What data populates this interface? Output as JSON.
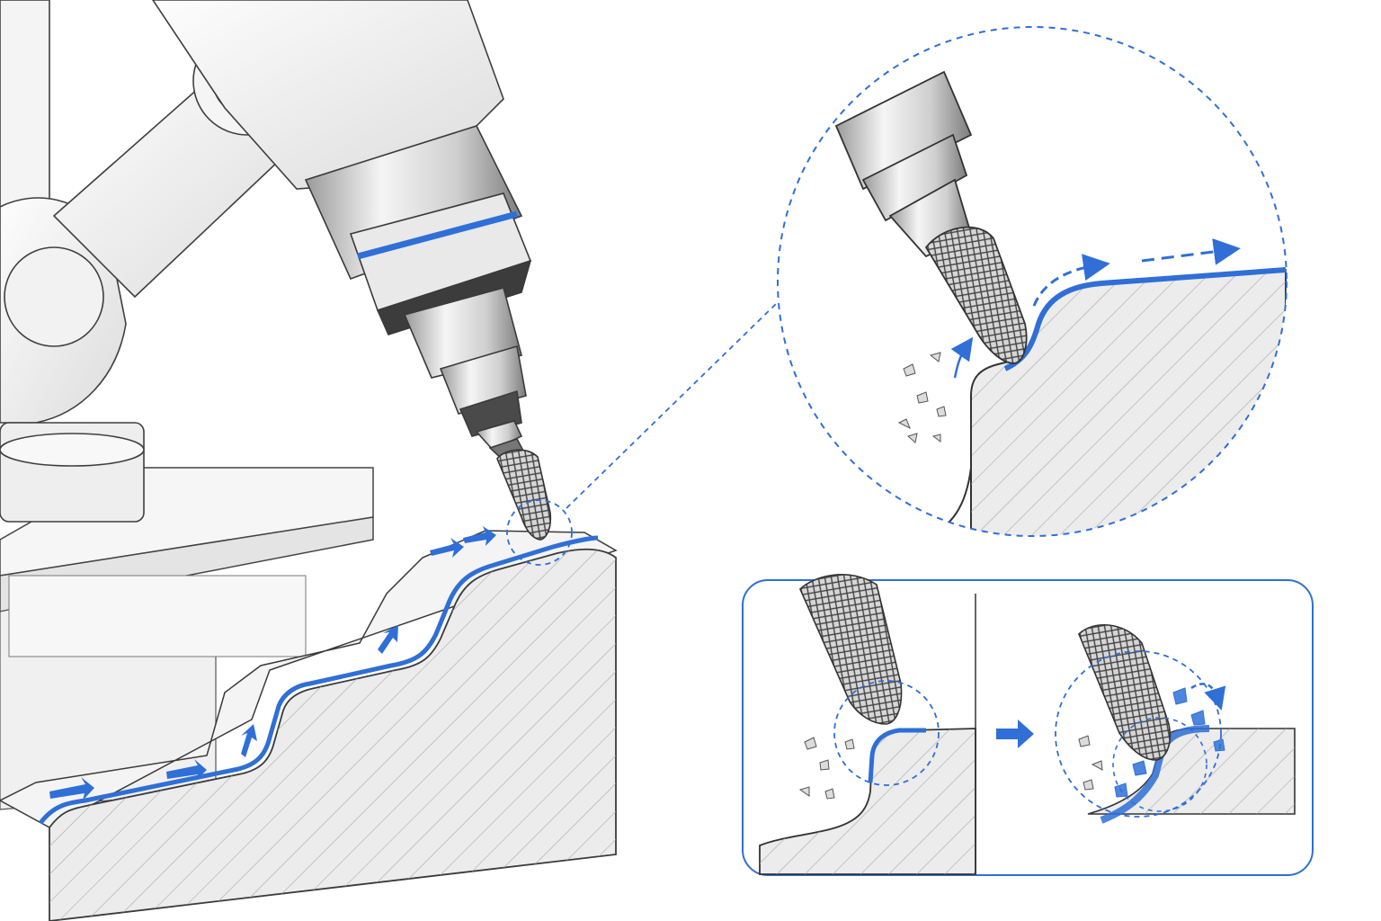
{
  "colors": {
    "accent": "#2f6fd6",
    "line": "#3a3a3a",
    "metal_light": "#f2f2f2",
    "metal_mid": "#bdbdbd",
    "metal_dark": "#5a5a5a",
    "section_fill": "#e9e9e9",
    "hatch": "#9a9a9a"
  },
  "icons": {
    "flow_arrow": "arrow-right-icon",
    "transition_arrow": "arrow-right-icon"
  },
  "illustration": {
    "main_view": {
      "elements": [
        "robot-arm",
        "spindle",
        "burr-tool",
        "stepped-workpiece",
        "edge-toolpath"
      ]
    },
    "detail_view": {
      "elements": [
        "magnified-burr",
        "chips",
        "rounded-edge"
      ]
    },
    "inset_panel": {
      "elements": [
        "before-state",
        "after-state"
      ]
    }
  }
}
